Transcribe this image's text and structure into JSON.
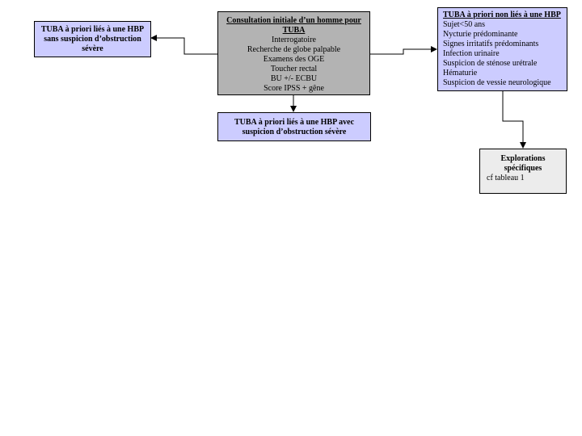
{
  "main": {
    "title": "Consultation initiale  d’un homme pour TUBA",
    "items": [
      "Interrogatoire",
      "Recherche de globe palpable",
      "Examens des OGE",
      "Toucher rectal",
      "BU +/- ECBU",
      "Score IPSS + gêne"
    ]
  },
  "left_box": {
    "text": "TUBA à priori liés à une HBP sans suspicion d’obstruction sévère"
  },
  "bottom_box": {
    "text": "TUBA à priori liés à une HBP avec suspicion d’obstruction sévère"
  },
  "right_box": {
    "title": "TUBA à priori non liés à une HBP",
    "items": [
      "Sujet<50 ans",
      "Nycturie prédominante",
      "Signes irritatifs prédominants",
      "Infection urinaire",
      "Suspicion de sténose urétrale",
      "Hématurie",
      "Suspicion de vessie neurologique"
    ]
  },
  "explorations_box": {
    "title": "Explorations spécifiques",
    "note": "cf tableau 1"
  }
}
